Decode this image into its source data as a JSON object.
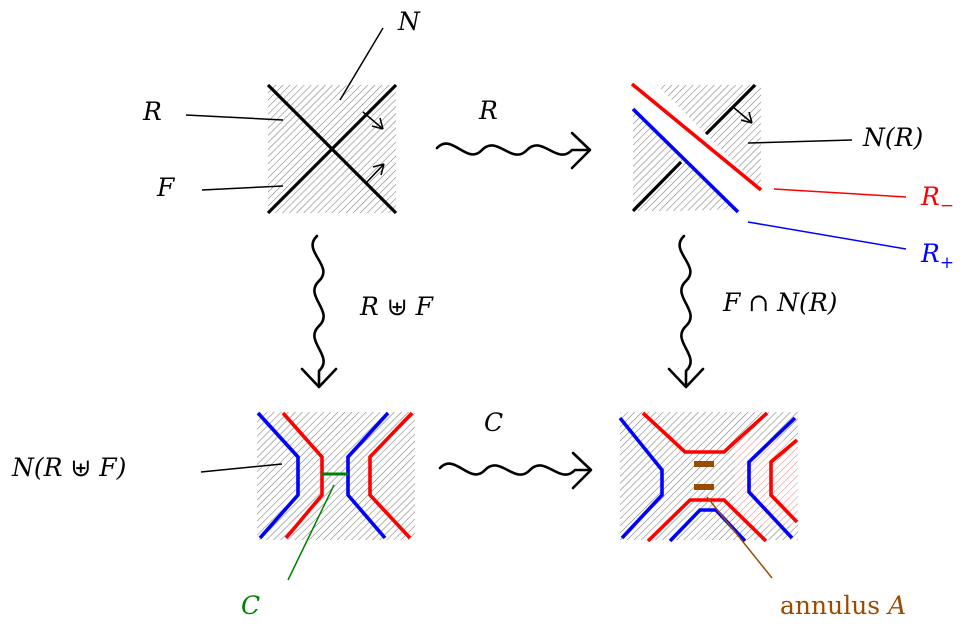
{
  "labels": {
    "N": "N",
    "R": "R",
    "F": "F",
    "arrow_R": "R",
    "N_R": "N(R)",
    "R_minus": "R",
    "R_minus_sub": "−",
    "R_plus": "R",
    "R_plus_sub": "+",
    "R_uplus_F": "R ⊎ F",
    "F_cap_N_R": "F ∩ N(R)",
    "N_R_uplus_F": "N(R ⊎ F)",
    "arrow_C": "C",
    "C": "C",
    "annulus_word": "annulus",
    "annulus_A": "A"
  },
  "colors": {
    "black": "#000000",
    "red": "#ff0000",
    "blue": "#0000ff",
    "green": "#008000",
    "brown": "#994c00",
    "hatch": "#7a7a7a"
  }
}
